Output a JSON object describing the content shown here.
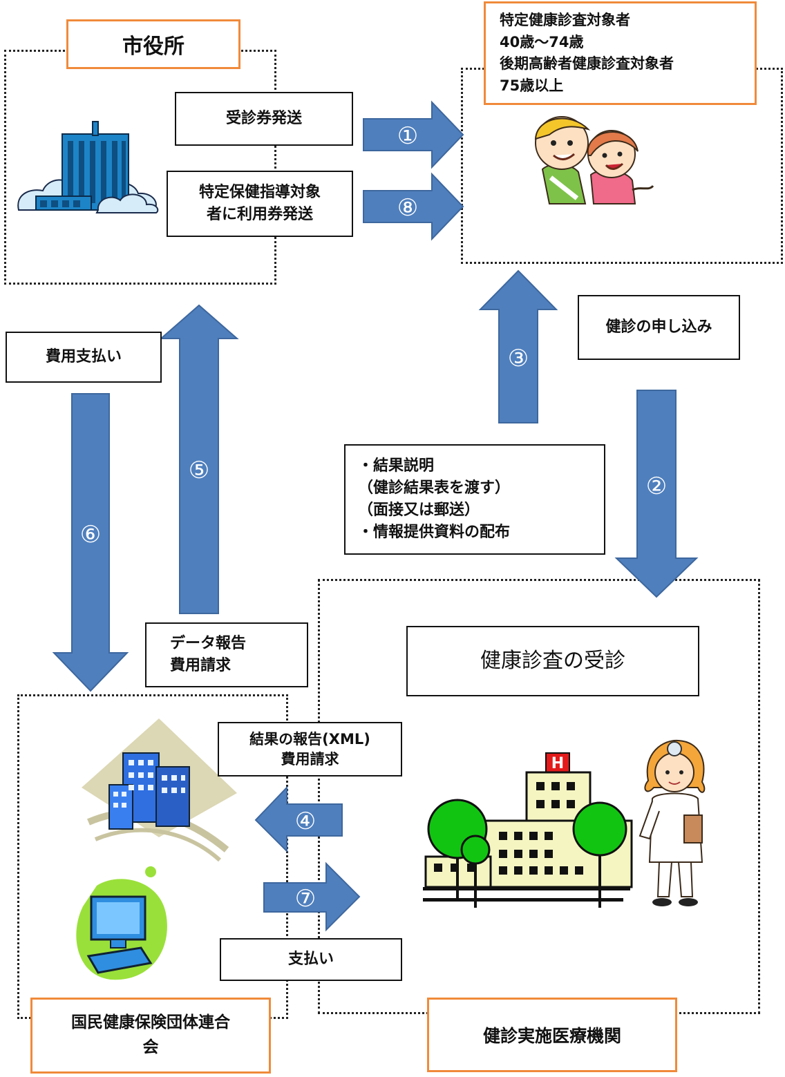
{
  "nodes": {
    "city_hall": {
      "label": "市役所"
    },
    "target_persons": {
      "lines": [
        "特定健康診査対象者",
        "40歳～74歳",
        "後期高齢者健康診査対象者",
        "75歳以上"
      ]
    },
    "union": {
      "lines": [
        "国民健康保険団体連合",
        "会"
      ]
    },
    "clinic": {
      "label": "健診実施医療機関"
    },
    "exam": {
      "label": "健康診査の受診"
    }
  },
  "labels": {
    "send_voucher": {
      "lines": [
        "受診券発送"
      ]
    },
    "send_usage_voucher": {
      "lines": [
        "特定保健指導対象",
        "者に利用券発送"
      ]
    },
    "apply": {
      "lines": [
        "健診の申し込み"
      ]
    },
    "pay_cost": {
      "lines": [
        "費用支払い"
      ]
    },
    "explain": {
      "lines": [
        "・結果説明",
        "（健診結果表を渡す）",
        "（面接又は郵送）",
        "・情報提供資料の配布"
      ]
    },
    "data_report": {
      "lines": [
        "データ報告",
        "費用請求"
      ]
    },
    "xml_report": {
      "lines": [
        "結果の報告(XML)",
        "費用請求"
      ]
    },
    "payment": {
      "lines": [
        "支払い"
      ]
    }
  },
  "arrows": {
    "a1": "①",
    "a2": "②",
    "a3": "③",
    "a4": "④",
    "a5": "⑤",
    "a6": "⑥",
    "a7": "⑦",
    "a8": "⑧"
  },
  "colors": {
    "arrow": "#4f7fbd",
    "accent_border": "#f08a3a"
  }
}
